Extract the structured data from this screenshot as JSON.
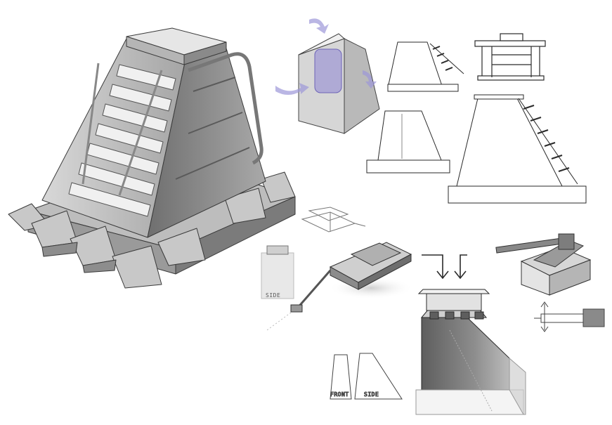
{
  "sheet": {
    "background": "#ffffff",
    "ink_color": "#2a2a2a",
    "tower_fill": "#8e8e8e",
    "tower_highlight": "#d9d9d9",
    "accent_color": "#8f86d6"
  },
  "labels": {
    "side_small": "SIDE",
    "front": "FRONT",
    "side": "SIDE"
  }
}
